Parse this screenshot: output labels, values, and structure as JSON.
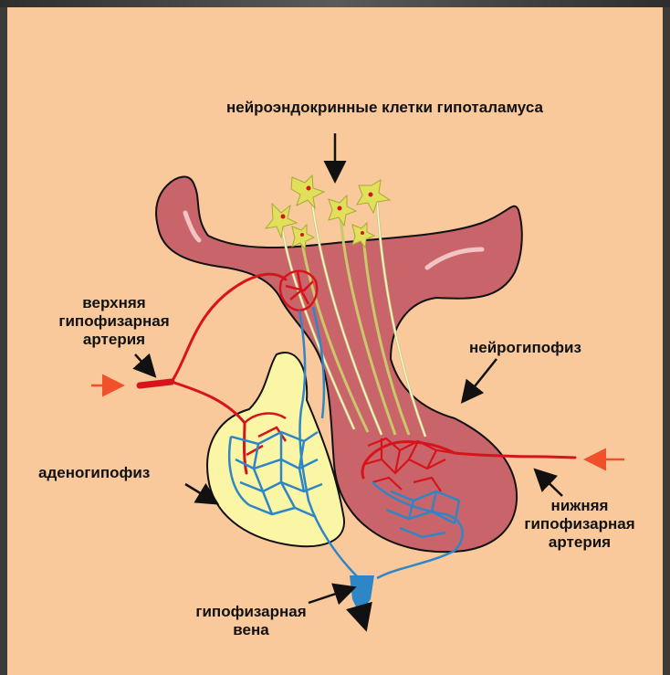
{
  "labels": {
    "hypothalamus_cells": "нейроэндокринные клетки гипоталамуса",
    "superior_artery": [
      "верхняя",
      "гипофизарная",
      "артерия"
    ],
    "neurohypophysis": "нейрогипофиз",
    "adenohypophysis": "аденогипофиз",
    "inferior_artery": [
      "нижняя",
      "гипофизарная",
      "артерия"
    ],
    "hypophyseal_vein": [
      "гипофизарная",
      "вена"
    ]
  },
  "colors": {
    "background": "#f9c99b",
    "brain_tissue": "#c9656a",
    "adenohypophysis": "#fbf6a6",
    "artery": "#d7141c",
    "vein": "#2f86c6",
    "neuron": "#e0e05a",
    "flow_arrow": "#f0502a"
  }
}
